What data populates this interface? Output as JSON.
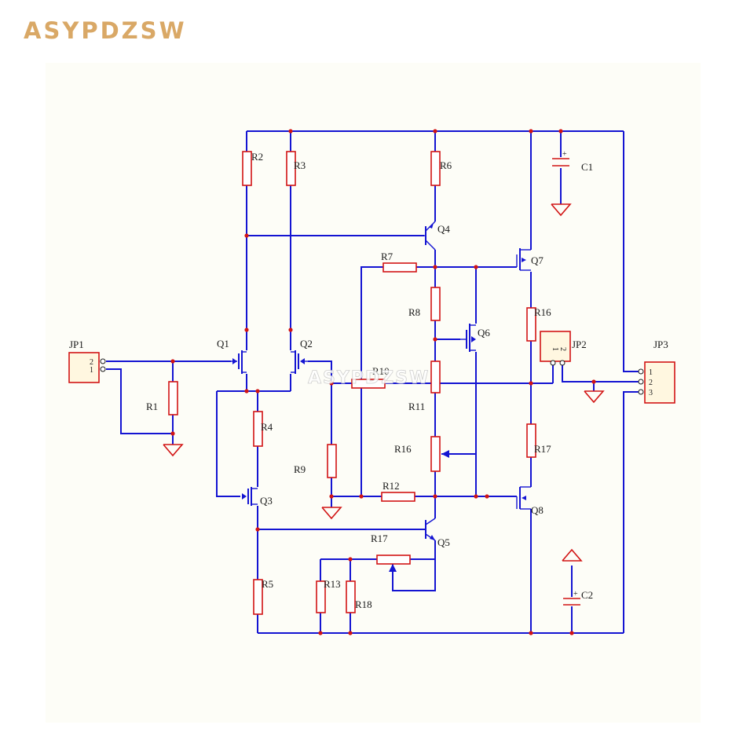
{
  "brand": {
    "logo_text": "ASYPDZSW",
    "watermark_text": "ASYPDZSW"
  },
  "colors": {
    "wire": "#1414d2",
    "component": "#d21414",
    "logo": "#d9a866",
    "background": "#fdfdf7"
  },
  "connectors": {
    "jp1": {
      "label": "JP1",
      "pins": [
        "2",
        "1"
      ]
    },
    "jp2": {
      "label": "JP2",
      "pins": [
        "1",
        "2"
      ]
    },
    "jp3": {
      "label": "JP3",
      "pins": [
        "1",
        "2",
        "3"
      ]
    }
  },
  "transistors": {
    "q1": "Q1",
    "q2": "Q2",
    "q3": "Q3",
    "q4": "Q4",
    "q5": "Q5",
    "q6": "Q6",
    "q7": "Q7",
    "q8": "Q8"
  },
  "resistors": {
    "r1": "R1",
    "r2": "R2",
    "r3": "R3",
    "r4": "R4",
    "r5": "R5",
    "r6": "R6",
    "r7": "R7",
    "r8": "R8",
    "r9": "R9",
    "r10": "R10",
    "r11": "R11",
    "r12": "R12",
    "r13": "R13",
    "r16_top": "R16",
    "r16_pot": "R16",
    "r17_left": "R17",
    "r17_right": "R17",
    "r18": "R18"
  },
  "capacitors": {
    "c1": "C1",
    "c2": "C2",
    "polarity": "+"
  }
}
